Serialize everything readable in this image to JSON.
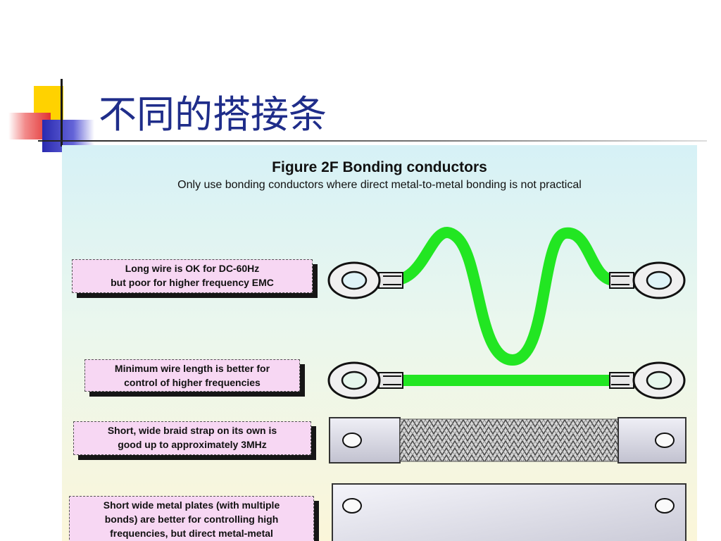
{
  "slide": {
    "title": "不同的搭接条"
  },
  "figure": {
    "title": "Figure 2F   Bonding conductors",
    "subtitle": "Only use bonding conductors where direct metal-to-metal bonding is not practical",
    "labels": [
      {
        "line1": "Long wire is OK for DC-60Hz",
        "line2": "but poor for higher frequency EMC"
      },
      {
        "line1": "Minimum wire length is better for",
        "line2": "control of higher frequencies"
      },
      {
        "line1": "Short, wide braid strap on its own is",
        "line2": "good up to approximately 3MHz"
      },
      {
        "line1": "Short wide metal plates (with multiple",
        "line2": "bonds) are better for controlling high",
        "line3": "frequencies, but direct metal-metal"
      }
    ]
  },
  "colors": {
    "title_text": "#1f2d8a",
    "wire_green": "#22e622",
    "label_fill": "#f7d7f3"
  }
}
